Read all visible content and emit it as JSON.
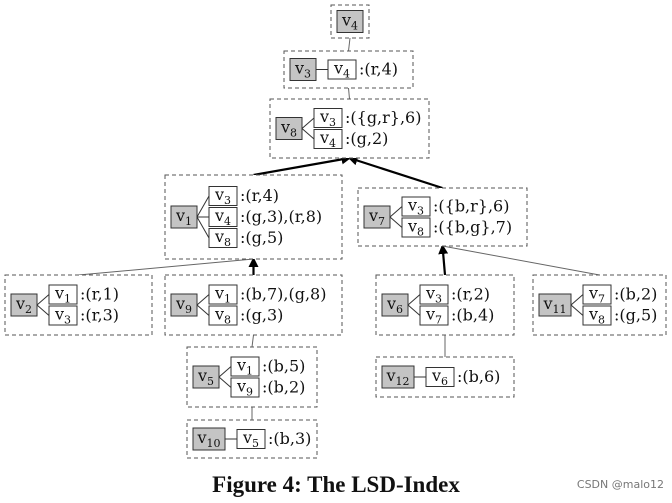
{
  "figure": {
    "caption": "Figure 4: The LSD-Index",
    "watermark": "CSDN @malo12"
  },
  "nodes": [
    {
      "id": "n_v4",
      "head": {
        "letter": "v",
        "sub": "4"
      },
      "entries": []
    },
    {
      "id": "n_v3",
      "head": {
        "letter": "v",
        "sub": "3"
      },
      "entries": [
        {
          "child": {
            "letter": "v",
            "sub": "4"
          },
          "label": ":(r,4)"
        }
      ]
    },
    {
      "id": "n_v8",
      "head": {
        "letter": "v",
        "sub": "8"
      },
      "entries": [
        {
          "child": {
            "letter": "v",
            "sub": "3"
          },
          "label": ":({g,r},6)"
        },
        {
          "child": {
            "letter": "v",
            "sub": "4"
          },
          "label": ":(g,2)"
        }
      ]
    },
    {
      "id": "n_v1",
      "head": {
        "letter": "v",
        "sub": "1"
      },
      "entries": [
        {
          "child": {
            "letter": "v",
            "sub": "3"
          },
          "label": ":(r,4)"
        },
        {
          "child": {
            "letter": "v",
            "sub": "4"
          },
          "label": ":(g,3),(r,8)"
        },
        {
          "child": {
            "letter": "v",
            "sub": "8"
          },
          "label": ":(g,5)"
        }
      ]
    },
    {
      "id": "n_v7",
      "head": {
        "letter": "v",
        "sub": "7"
      },
      "entries": [
        {
          "child": {
            "letter": "v",
            "sub": "3"
          },
          "label": ":({b,r},6)"
        },
        {
          "child": {
            "letter": "v",
            "sub": "8"
          },
          "label": ":({b,g},7)"
        }
      ]
    },
    {
      "id": "n_v2",
      "head": {
        "letter": "v",
        "sub": "2"
      },
      "entries": [
        {
          "child": {
            "letter": "v",
            "sub": "1"
          },
          "label": ":(r,1)"
        },
        {
          "child": {
            "letter": "v",
            "sub": "3"
          },
          "label": ":(r,3)"
        }
      ]
    },
    {
      "id": "n_v9",
      "head": {
        "letter": "v",
        "sub": "9"
      },
      "entries": [
        {
          "child": {
            "letter": "v",
            "sub": "1"
          },
          "label": ":(b,7),(g,8)"
        },
        {
          "child": {
            "letter": "v",
            "sub": "8"
          },
          "label": ":(g,3)"
        }
      ]
    },
    {
      "id": "n_v6",
      "head": {
        "letter": "v",
        "sub": "6"
      },
      "entries": [
        {
          "child": {
            "letter": "v",
            "sub": "3"
          },
          "label": ":(r,2)"
        },
        {
          "child": {
            "letter": "v",
            "sub": "7"
          },
          "label": ":(b,4)"
        }
      ]
    },
    {
      "id": "n_v11",
      "head": {
        "letter": "v",
        "sub": "11"
      },
      "entries": [
        {
          "child": {
            "letter": "v",
            "sub": "7"
          },
          "label": ":(b,2)"
        },
        {
          "child": {
            "letter": "v",
            "sub": "8"
          },
          "label": ":(g,5)"
        }
      ]
    },
    {
      "id": "n_v5",
      "head": {
        "letter": "v",
        "sub": "5"
      },
      "entries": [
        {
          "child": {
            "letter": "v",
            "sub": "1"
          },
          "label": ":(b,5)"
        },
        {
          "child": {
            "letter": "v",
            "sub": "9"
          },
          "label": ":(b,2)"
        }
      ]
    },
    {
      "id": "n_v12",
      "head": {
        "letter": "v",
        "sub": "12"
      },
      "entries": [
        {
          "child": {
            "letter": "v",
            "sub": "6"
          },
          "label": ":(b,6)"
        }
      ]
    },
    {
      "id": "n_v10",
      "head": {
        "letter": "v",
        "sub": "10"
      },
      "entries": [
        {
          "child": {
            "letter": "v",
            "sub": "5"
          },
          "label": ":(b,3)"
        }
      ]
    }
  ],
  "edges": [
    {
      "from": "n_v4",
      "to": "n_v3",
      "arrow": false
    },
    {
      "from": "n_v3",
      "to": "n_v8",
      "arrow": false
    },
    {
      "from": "n_v1",
      "to": "n_v8",
      "arrow": true
    },
    {
      "from": "n_v7",
      "to": "n_v8",
      "arrow": true
    },
    {
      "from": "n_v2",
      "to": "n_v1",
      "arrow": false
    },
    {
      "from": "n_v9",
      "to": "n_v1",
      "arrow": true
    },
    {
      "from": "n_v6",
      "to": "n_v7",
      "arrow": true
    },
    {
      "from": "n_v11",
      "to": "n_v7",
      "arrow": false
    },
    {
      "from": "n_v9",
      "to": "n_v5",
      "arrow": false
    },
    {
      "from": "n_v6",
      "to": "n_v12",
      "arrow": false
    },
    {
      "from": "n_v5",
      "to": "n_v10",
      "arrow": false
    }
  ],
  "colors": {
    "head_fill": "#c4c4c4",
    "box_stroke": "#555555",
    "child_fill": "#ffffff",
    "arrow": "#000000"
  }
}
